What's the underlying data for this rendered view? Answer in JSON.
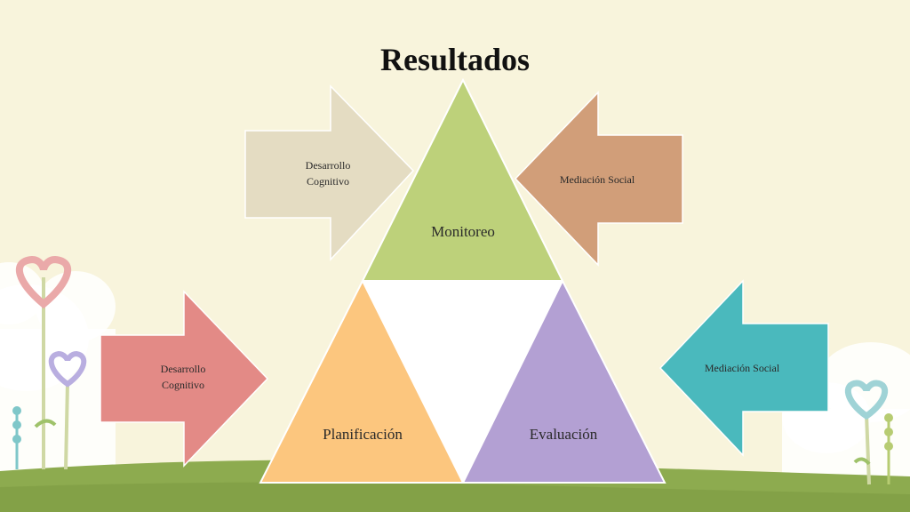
{
  "title": "Resultados",
  "triangles": {
    "top": "Monitoreo",
    "bottom_left": "Planificación",
    "bottom_right": "Evaluación"
  },
  "arrows": {
    "top_left": [
      "Desarrollo",
      "Cognitivo"
    ],
    "top_right": "Mediación Social",
    "bottom_left": [
      "Desarrollo",
      "Cognitivo"
    ],
    "bottom_right": "Mediación Social"
  },
  "colors": {
    "background": "#f8f4dc",
    "monitoreo": "#bdd17a",
    "planificacion": "#fcc67e",
    "evaluacion": "#b3a0d3",
    "arrow_beige": "#e4dcc2",
    "arrow_brown": "#d19e79",
    "arrow_pink": "#e38a86",
    "arrow_teal": "#4ab9bd",
    "grass": "#8dab4f"
  }
}
